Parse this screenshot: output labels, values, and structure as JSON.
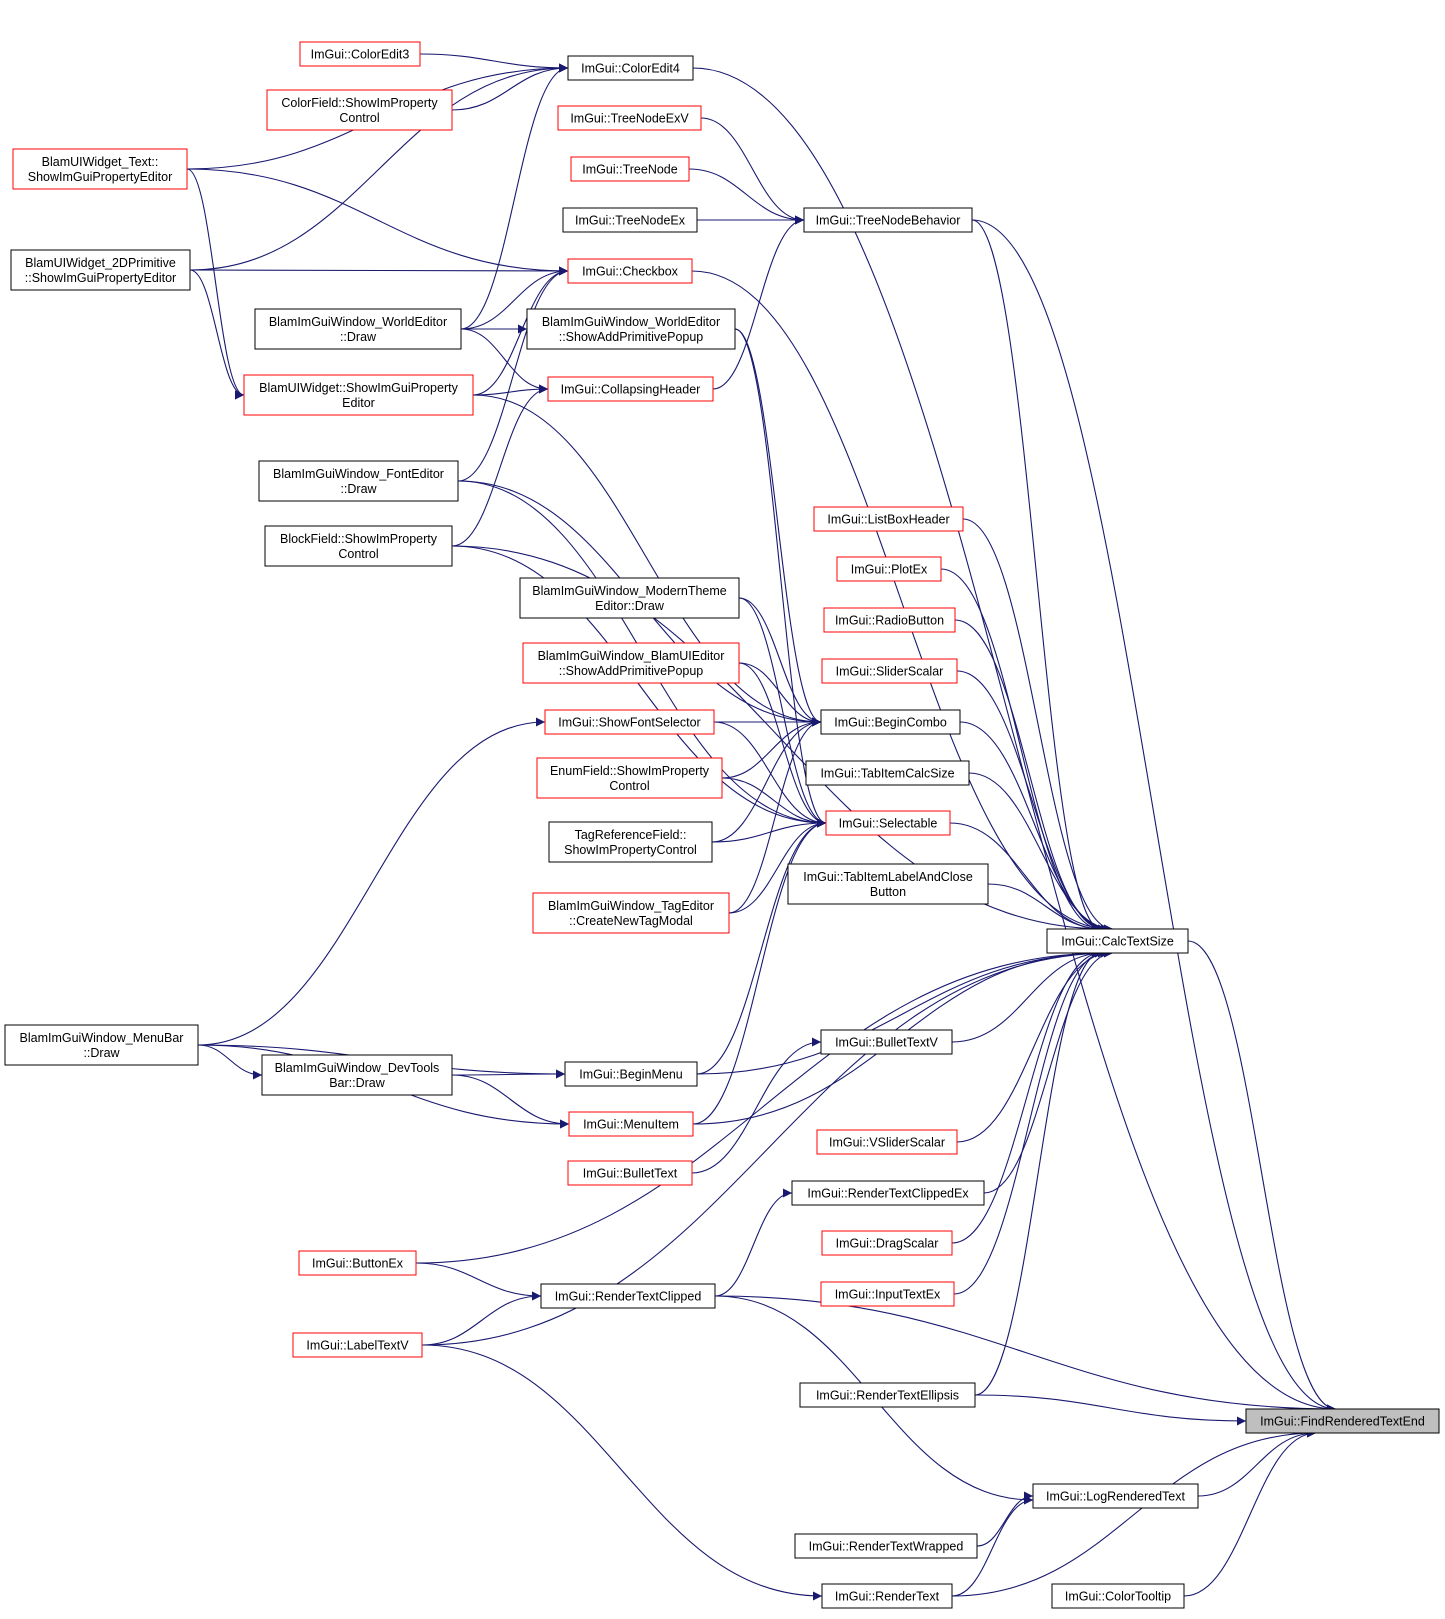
{
  "colors": {
    "edge": "#191970",
    "normal_border": "#000000",
    "truncated_border": "#ff0000",
    "highlight_fill": "#bfbfbf",
    "node_fill": "#ffffff"
  },
  "nodes": [
    {
      "id": "coloredit3",
      "lines": [
        "ImGui::ColorEdit3"
      ],
      "border": "red"
    },
    {
      "id": "coloredit4",
      "lines": [
        "ImGui::ColorEdit4"
      ],
      "border": "black"
    },
    {
      "id": "colorfield",
      "lines": [
        "ColorField::ShowImProperty",
        "Control"
      ],
      "border": "red"
    },
    {
      "id": "treenodeexv",
      "lines": [
        "ImGui::TreeNodeExV"
      ],
      "border": "red"
    },
    {
      "id": "text_editor",
      "lines": [
        "BlamUIWidget_Text::",
        "ShowImGuiPropertyEditor"
      ],
      "border": "red"
    },
    {
      "id": "treenode",
      "lines": [
        "ImGui::TreeNode"
      ],
      "border": "red"
    },
    {
      "id": "treenodeex",
      "lines": [
        "ImGui::TreeNodeEx"
      ],
      "border": "black"
    },
    {
      "id": "treenodebehavior",
      "lines": [
        "ImGui::TreeNodeBehavior"
      ],
      "border": "black"
    },
    {
      "id": "prim2d",
      "lines": [
        "BlamUIWidget_2DPrimitive",
        "::ShowImGuiPropertyEditor"
      ],
      "border": "black"
    },
    {
      "id": "checkbox",
      "lines": [
        "ImGui::Checkbox"
      ],
      "border": "red"
    },
    {
      "id": "worldeditor_draw",
      "lines": [
        "BlamImGuiWindow_WorldEditor",
        "::Draw"
      ],
      "border": "black"
    },
    {
      "id": "worldeditor_popup",
      "lines": [
        "BlamImGuiWindow_WorldEditor",
        "::ShowAddPrimitivePopup"
      ],
      "border": "black"
    },
    {
      "id": "uiwidget_editor",
      "lines": [
        "BlamUIWidget::ShowImGuiProperty",
        "Editor"
      ],
      "border": "red"
    },
    {
      "id": "collapsingheader",
      "lines": [
        "ImGui::CollapsingHeader"
      ],
      "border": "red"
    },
    {
      "id": "fonteditor",
      "lines": [
        "BlamImGuiWindow_FontEditor",
        "::Draw"
      ],
      "border": "black"
    },
    {
      "id": "listboxheader",
      "lines": [
        "ImGui::ListBoxHeader"
      ],
      "border": "red"
    },
    {
      "id": "blockfield",
      "lines": [
        "BlockField::ShowImProperty",
        "Control"
      ],
      "border": "black"
    },
    {
      "id": "plotex",
      "lines": [
        "ImGui::PlotEx"
      ],
      "border": "red"
    },
    {
      "id": "moderntheme",
      "lines": [
        "BlamImGuiWindow_ModernTheme",
        "Editor::Draw"
      ],
      "border": "black"
    },
    {
      "id": "radiobutton",
      "lines": [
        "ImGui::RadioButton"
      ],
      "border": "red"
    },
    {
      "id": "uieditor_popup",
      "lines": [
        "BlamImGuiWindow_BlamUIEditor",
        "::ShowAddPrimitivePopup"
      ],
      "border": "red"
    },
    {
      "id": "sliderscalar",
      "lines": [
        "ImGui::SliderScalar"
      ],
      "border": "red"
    },
    {
      "id": "showfontselector",
      "lines": [
        "ImGui::ShowFontSelector"
      ],
      "border": "red"
    },
    {
      "id": "begincombo",
      "lines": [
        "ImGui::BeginCombo"
      ],
      "border": "black"
    },
    {
      "id": "enumfield",
      "lines": [
        "EnumField::ShowImProperty",
        "Control"
      ],
      "border": "red"
    },
    {
      "id": "tabitemcalcsize",
      "lines": [
        "ImGui::TabItemCalcSize"
      ],
      "border": "black"
    },
    {
      "id": "selectable",
      "lines": [
        "ImGui::Selectable"
      ],
      "border": "red"
    },
    {
      "id": "tagreference",
      "lines": [
        "TagReferenceField::",
        "ShowImPropertyControl"
      ],
      "border": "black"
    },
    {
      "id": "tabitemlabel",
      "lines": [
        "ImGui::TabItemLabelAndClose",
        "Button"
      ],
      "border": "black"
    },
    {
      "id": "tageditor",
      "lines": [
        "BlamImGuiWindow_TagEditor",
        "::CreateNewTagModal"
      ],
      "border": "red"
    },
    {
      "id": "calctextsize",
      "lines": [
        "ImGui::CalcTextSize"
      ],
      "border": "black"
    },
    {
      "id": "menubar",
      "lines": [
        "BlamImGuiWindow_MenuBar",
        "::Draw"
      ],
      "border": "black"
    },
    {
      "id": "bullettextv",
      "lines": [
        "ImGui::BulletTextV"
      ],
      "border": "black"
    },
    {
      "id": "devtools",
      "lines": [
        "BlamImGuiWindow_DevTools",
        "Bar::Draw"
      ],
      "border": "black"
    },
    {
      "id": "beginmenu",
      "lines": [
        "ImGui::BeginMenu"
      ],
      "border": "black"
    },
    {
      "id": "menuitem",
      "lines": [
        "ImGui::MenuItem"
      ],
      "border": "red"
    },
    {
      "id": "vsliderscalar",
      "lines": [
        "ImGui::VSliderScalar"
      ],
      "border": "red"
    },
    {
      "id": "bullettext",
      "lines": [
        "ImGui::BulletText"
      ],
      "border": "red"
    },
    {
      "id": "rendertextclippedex",
      "lines": [
        "ImGui::RenderTextClippedEx"
      ],
      "border": "black"
    },
    {
      "id": "dragscalar",
      "lines": [
        "ImGui::DragScalar"
      ],
      "border": "red"
    },
    {
      "id": "buttonex",
      "lines": [
        "ImGui::ButtonEx"
      ],
      "border": "red"
    },
    {
      "id": "rendertextclipped",
      "lines": [
        "ImGui::RenderTextClipped"
      ],
      "border": "black"
    },
    {
      "id": "inputtextex",
      "lines": [
        "ImGui::InputTextEx"
      ],
      "border": "red"
    },
    {
      "id": "labeltextv",
      "lines": [
        "ImGui::LabelTextV"
      ],
      "border": "red"
    },
    {
      "id": "rendertextellipsis",
      "lines": [
        "ImGui::RenderTextEllipsis"
      ],
      "border": "black"
    },
    {
      "id": "findrenderedtextend",
      "lines": [
        "ImGui::FindRenderedTextEnd"
      ],
      "border": "highlight"
    },
    {
      "id": "logrenderedtext",
      "lines": [
        "ImGui::LogRenderedText"
      ],
      "border": "black"
    },
    {
      "id": "rendertextwrapped",
      "lines": [
        "ImGui::RenderTextWrapped"
      ],
      "border": "black"
    },
    {
      "id": "rendertext",
      "lines": [
        "ImGui::RenderText"
      ],
      "border": "black"
    },
    {
      "id": "colortooltip",
      "lines": [
        "ImGui::ColorTooltip"
      ],
      "border": "black"
    }
  ],
  "edges": [
    [
      "coloredit3",
      "coloredit4"
    ],
    [
      "colorfield",
      "coloredit4"
    ],
    [
      "text_editor",
      "coloredit4"
    ],
    [
      "prim2d",
      "coloredit4"
    ],
    [
      "worldeditor_draw",
      "coloredit4"
    ],
    [
      "coloredit4",
      "findrenderedtextend"
    ],
    [
      "treenodeexv",
      "treenodebehavior"
    ],
    [
      "treenode",
      "treenodebehavior"
    ],
    [
      "treenodeex",
      "treenodebehavior"
    ],
    [
      "collapsingheader",
      "treenodebehavior"
    ],
    [
      "treenodebehavior",
      "calctextsize"
    ],
    [
      "treenodebehavior",
      "findrenderedtextend"
    ],
    [
      "text_editor",
      "checkbox"
    ],
    [
      "text_editor",
      "uiwidget_editor"
    ],
    [
      "prim2d",
      "checkbox"
    ],
    [
      "prim2d",
      "uiwidget_editor"
    ],
    [
      "worldeditor_draw",
      "checkbox"
    ],
    [
      "worldeditor_draw",
      "worldeditor_popup"
    ],
    [
      "worldeditor_draw",
      "collapsingheader"
    ],
    [
      "uiwidget_editor",
      "checkbox"
    ],
    [
      "uiwidget_editor",
      "collapsingheader"
    ],
    [
      "uiwidget_editor",
      "begincombo"
    ],
    [
      "fonteditor",
      "checkbox"
    ],
    [
      "fonteditor",
      "begincombo"
    ],
    [
      "fonteditor",
      "selectable"
    ],
    [
      "blockfield",
      "collapsingheader"
    ],
    [
      "blockfield",
      "selectable"
    ],
    [
      "blockfield",
      "calctextsize"
    ],
    [
      "checkbox",
      "calctextsize"
    ],
    [
      "worldeditor_popup",
      "begincombo"
    ],
    [
      "worldeditor_popup",
      "selectable"
    ],
    [
      "moderntheme",
      "begincombo"
    ],
    [
      "moderntheme",
      "selectable"
    ],
    [
      "uieditor_popup",
      "begincombo"
    ],
    [
      "uieditor_popup",
      "selectable"
    ],
    [
      "showfontselector",
      "begincombo"
    ],
    [
      "showfontselector",
      "selectable"
    ],
    [
      "menubar",
      "showfontselector"
    ],
    [
      "menubar",
      "devtools"
    ],
    [
      "menubar",
      "beginmenu"
    ],
    [
      "menubar",
      "menuitem"
    ],
    [
      "devtools",
      "beginmenu"
    ],
    [
      "devtools",
      "menuitem"
    ],
    [
      "enumfield",
      "begincombo"
    ],
    [
      "enumfield",
      "selectable"
    ],
    [
      "tagreference",
      "begincombo"
    ],
    [
      "tagreference",
      "selectable"
    ],
    [
      "tageditor",
      "begincombo"
    ],
    [
      "tageditor",
      "selectable"
    ],
    [
      "listboxheader",
      "calctextsize"
    ],
    [
      "plotex",
      "calctextsize"
    ],
    [
      "radiobutton",
      "calctextsize"
    ],
    [
      "sliderscalar",
      "calctextsize"
    ],
    [
      "begincombo",
      "calctextsize"
    ],
    [
      "tabitemcalcsize",
      "calctextsize"
    ],
    [
      "selectable",
      "calctextsize"
    ],
    [
      "tabitemlabel",
      "calctextsize"
    ],
    [
      "beginmenu",
      "selectable"
    ],
    [
      "beginmenu",
      "calctextsize"
    ],
    [
      "menuitem",
      "selectable"
    ],
    [
      "menuitem",
      "calctextsize"
    ],
    [
      "bullettextv",
      "calctextsize"
    ],
    [
      "bullettext",
      "bullettextv"
    ],
    [
      "vsliderscalar",
      "calctextsize"
    ],
    [
      "rendertextclippedex",
      "calctextsize"
    ],
    [
      "dragscalar",
      "calctextsize"
    ],
    [
      "inputtextex",
      "calctextsize"
    ],
    [
      "buttonex",
      "calctextsize"
    ],
    [
      "buttonex",
      "rendertextclipped"
    ],
    [
      "labeltextv",
      "calctextsize"
    ],
    [
      "labeltextv",
      "rendertextclipped"
    ],
    [
      "labeltextv",
      "rendertext"
    ],
    [
      "rendertextclipped",
      "rendertextclippedex"
    ],
    [
      "rendertextclipped",
      "findrenderedtextend"
    ],
    [
      "rendertextclipped",
      "logrenderedtext"
    ],
    [
      "rendertextellipsis",
      "calctextsize"
    ],
    [
      "rendertextellipsis",
      "findrenderedtextend"
    ],
    [
      "calctextsize",
      "findrenderedtextend"
    ],
    [
      "logrenderedtext",
      "findrenderedtextend"
    ],
    [
      "rendertextwrapped",
      "logrenderedtext"
    ],
    [
      "rendertext",
      "logrenderedtext"
    ],
    [
      "rendertext",
      "findrenderedtextend"
    ],
    [
      "colortooltip",
      "findrenderedtextend"
    ]
  ]
}
